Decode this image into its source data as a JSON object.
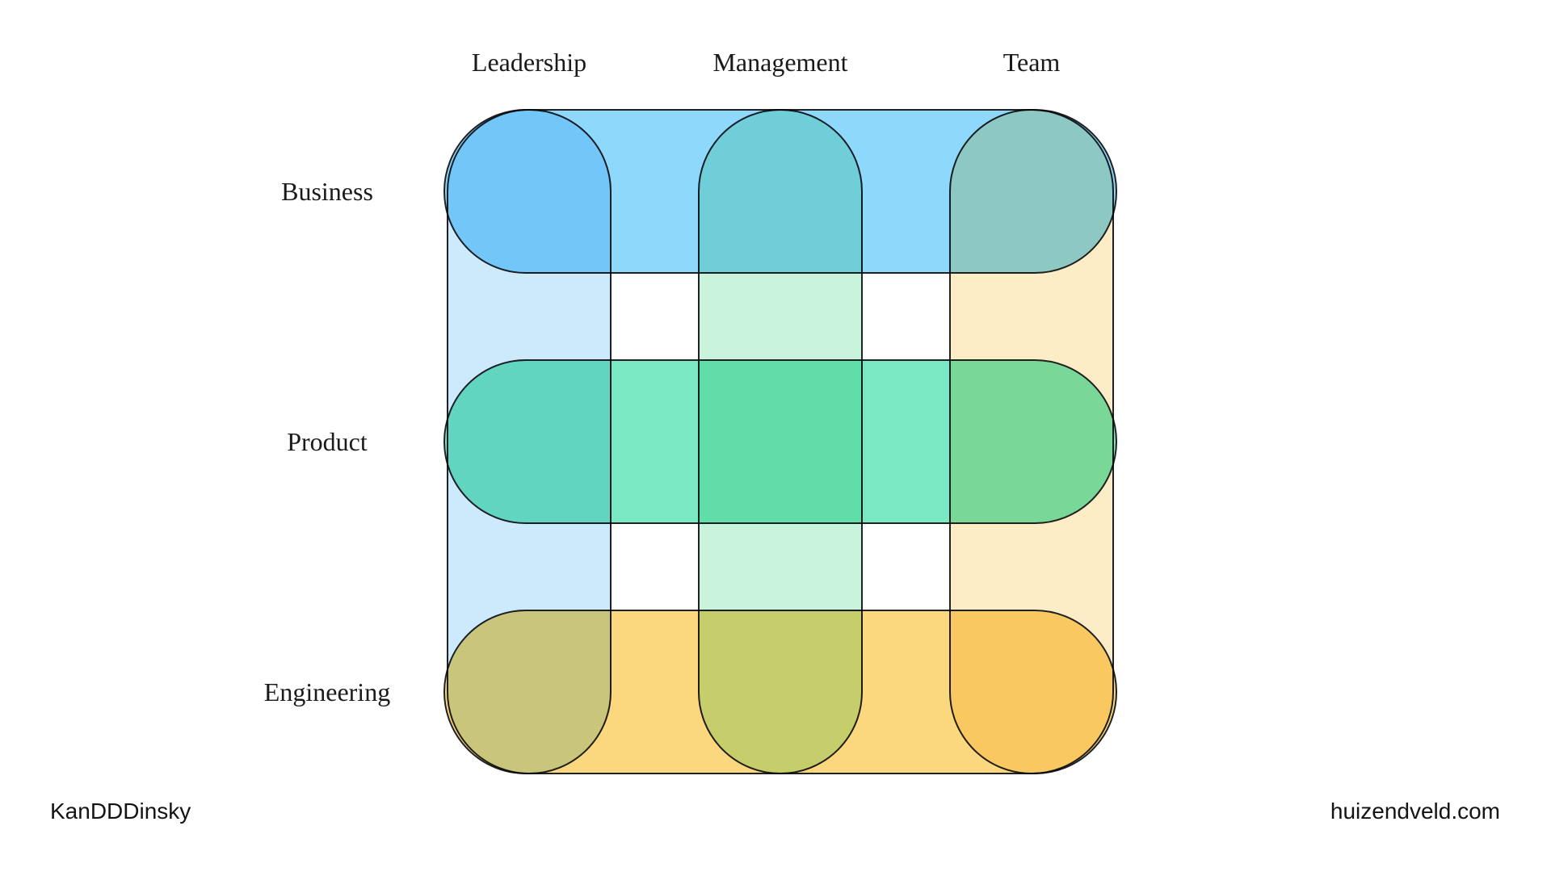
{
  "page": {
    "background_color": "#ffffff"
  },
  "diagram": {
    "stroke_color": "#1f2125",
    "columns": [
      {
        "label": "Leadership",
        "color": "#cdeafc"
      },
      {
        "label": "Management",
        "color": "#c9f3dd"
      },
      {
        "label": "Team",
        "color": "#fdedc6"
      }
    ],
    "rows": [
      {
        "label": "Business",
        "color": "#8ed8fb"
      },
      {
        "label": "Product",
        "color": "#7ae8c3"
      },
      {
        "label": "Engineering",
        "color": "#fbd87d"
      }
    ]
  },
  "footer": {
    "left_text": "KanDDDinsky",
    "right_text": "huizendveld.com"
  }
}
